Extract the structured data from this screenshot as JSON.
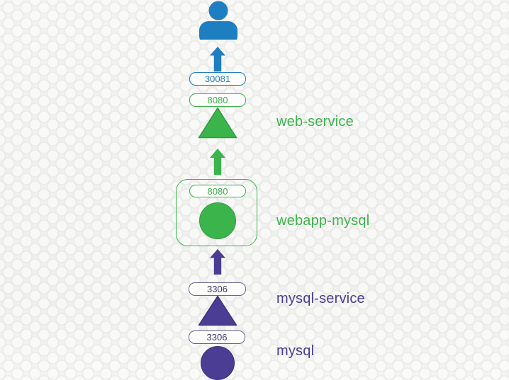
{
  "colors": {
    "blue": "#1e7ec2",
    "green": "#3cb44c",
    "purple": "#4b3d94",
    "port_neutral_border": "#6b6590",
    "port_neutral_text": "#3f3a66",
    "background": "#f1f1ef"
  },
  "icons": {
    "user": "user-icon",
    "arrow": "arrow-up-icon",
    "service": "triangle-service-shape",
    "pod": "circle-pod-shape"
  },
  "diagram": {
    "flow_direction": "bottom-to-top",
    "nodes": [
      {
        "id": "user",
        "kind": "user",
        "shape": "person",
        "color": "#1e7ec2"
      },
      {
        "id": "node-port",
        "kind": "port",
        "value": "30081",
        "color": "#1e7ec2"
      },
      {
        "id": "web-service",
        "kind": "service",
        "shape": "triangle",
        "label": "web-service",
        "port": "8080",
        "color": "#3cb44c"
      },
      {
        "id": "webapp-mysql",
        "kind": "pod",
        "shape": "circle",
        "label": "webapp-mysql",
        "port": "8080",
        "color": "#3cb44c"
      },
      {
        "id": "mysql-service",
        "kind": "service",
        "shape": "triangle",
        "label": "mysql-service",
        "port": "3306",
        "color": "#4b3d94"
      },
      {
        "id": "mysql",
        "kind": "pod",
        "shape": "circle",
        "label": "mysql",
        "port": "3306",
        "color": "#4b3d94"
      }
    ]
  }
}
